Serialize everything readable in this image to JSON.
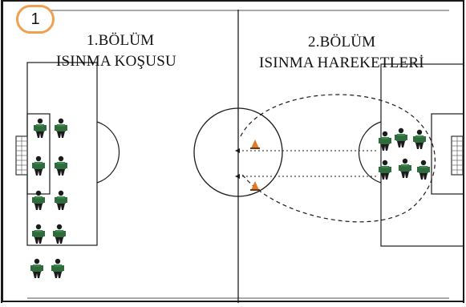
{
  "badge": {
    "number": "1",
    "color": "#f0a050"
  },
  "left_section": {
    "title": "1.BÖLÜM",
    "subtitle": "ISINMA KOŞUSU"
  },
  "right_section": {
    "title": "2.BÖLÜM",
    "subtitle": "ISINMA HAREKETLERİ"
  },
  "colors": {
    "line": "#1a1a1a",
    "player_shirt": "#2f6b3c",
    "player_dark": "#1b1b1b",
    "cone": "#e07a2a"
  },
  "icons": {
    "player": "player-icon",
    "cone": "cone-icon",
    "goal": "goal-net-icon"
  }
}
